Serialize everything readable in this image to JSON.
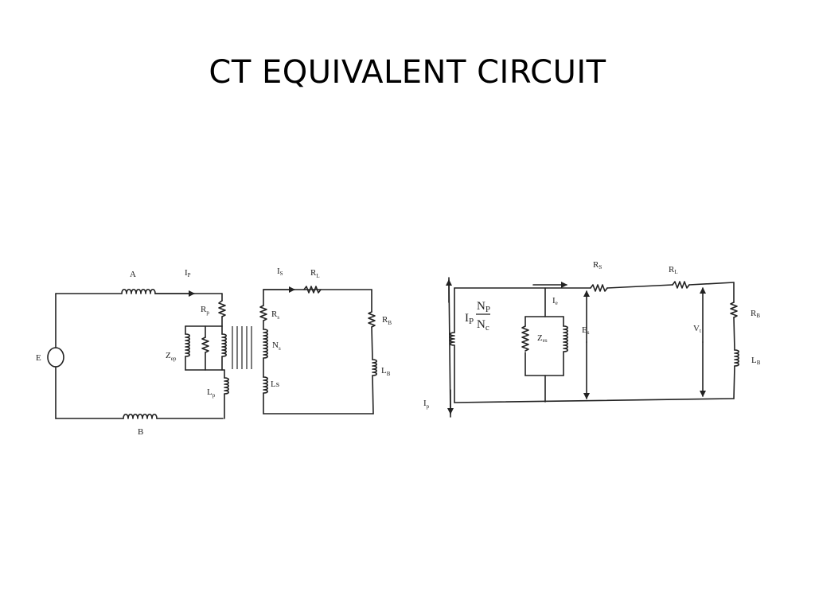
{
  "slide": {
    "title": "CT EQUIVALENT CIRCUIT"
  },
  "left_diagram": {
    "source": {
      "main": "E"
    },
    "primary_top_inductor": {
      "main": "A"
    },
    "primary_bottom_inductor": {
      "main": "B"
    },
    "primary_current": {
      "main": "I",
      "sub": "P"
    },
    "primary_resistance": {
      "main": "R",
      "sub": "p"
    },
    "primary_magnetizing": {
      "main": "Z",
      "sub": "ep"
    },
    "primary_leakage": {
      "main": "L",
      "sub": "p"
    },
    "secondary_current": {
      "main": "I",
      "sub": "S"
    },
    "secondary_resistance": {
      "main": "R",
      "sub": "s"
    },
    "secondary_turns": {
      "main": "N",
      "sub": "s"
    },
    "secondary_leakage": {
      "main": "Ls",
      "sub": ""
    },
    "lead_resistance": {
      "main": "R",
      "sub": "L"
    },
    "burden_resistance": {
      "main": "R",
      "sub": "B"
    },
    "burden_inductance": {
      "main": "L",
      "sub": "B"
    }
  },
  "right_diagram": {
    "ratio_current": {
      "main": "I",
      "sub": "P"
    },
    "ratio_numerator": {
      "main": "N",
      "sub": "P"
    },
    "ratio_denominator": {
      "main": "N",
      "sub": "c"
    },
    "primary_current": {
      "main": "I",
      "sub": "p"
    },
    "excitation_current": {
      "main": "I",
      "sub": "e"
    },
    "excitation_impedance": {
      "main": "Z",
      "sub": "es"
    },
    "secondary_emf": {
      "main": "E",
      "sub": "s"
    },
    "secondary_resistance": {
      "main": "R",
      "sub": "S"
    },
    "lead_resistance": {
      "main": "R",
      "sub": "L"
    },
    "terminal_voltage": {
      "main": "V",
      "sub": "t"
    },
    "burden_resistance": {
      "main": "R",
      "sub": "B"
    },
    "burden_inductance": {
      "main": "L",
      "sub": "B"
    }
  }
}
